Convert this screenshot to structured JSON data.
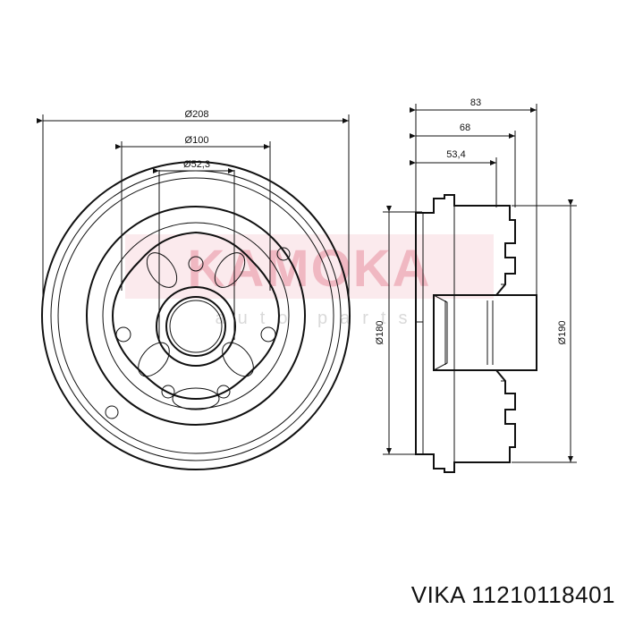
{
  "watermark": {
    "brand": "KAMOKA",
    "tagline": "auto parts",
    "color": "#e8909f"
  },
  "front_view": {
    "dim_outer": "Ø208",
    "dim_pcd": "Ø100",
    "dim_bore": "Ø52,3"
  },
  "side_view": {
    "dim_depth_total": "83",
    "dim_depth_mid": "68",
    "dim_depth_inner": "53,4",
    "dim_inner_diameter": "Ø180",
    "dim_outer_diameter": "Ø190"
  },
  "caption": "VIKA 11210118401"
}
